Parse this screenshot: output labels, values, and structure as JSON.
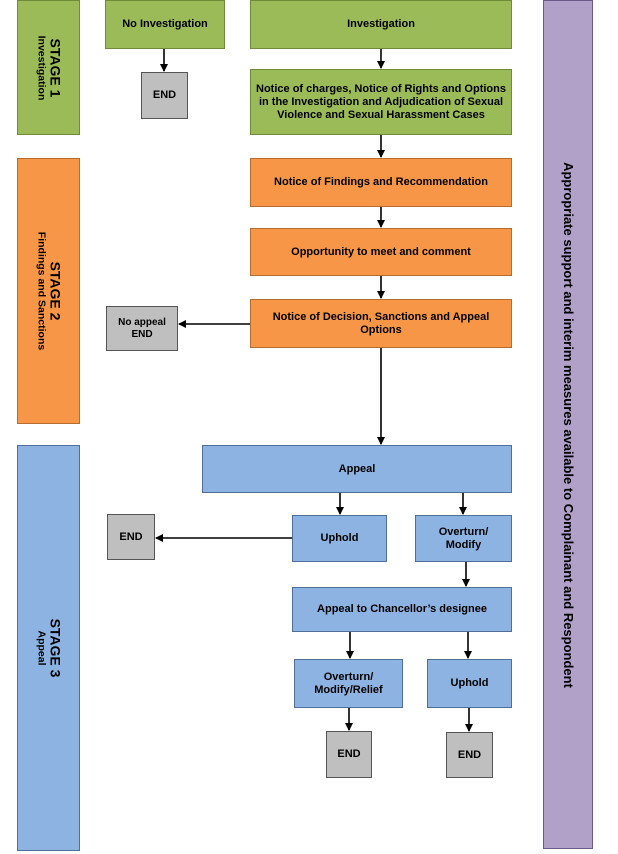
{
  "stages": {
    "stage1": {
      "title": "STAGE 1",
      "subtitle": "Investigation"
    },
    "stage2": {
      "title": "STAGE 2",
      "subtitle": "Findings  and Sanctions"
    },
    "stage3": {
      "title": "STAGE 3",
      "subtitle": "Appeal"
    }
  },
  "support_banner": "Appropriate support and interim measures available to Complainant and Respondent",
  "nodes": {
    "no_investigation": "No Investigation",
    "investigation": "Investigation",
    "end1": "END",
    "notice_charges": "Notice of charges, Notice of Rights and Options in the Investigation and Adjudication of Sexual Violence and Sexual Harassment Cases",
    "notice_findings": "Notice of Findings and Recommendation",
    "opportunity": "Opportunity to meet and comment",
    "notice_decision": "Notice of Decision, Sanctions and Appeal Options",
    "no_appeal_end": "No appeal END",
    "appeal": "Appeal",
    "uphold1": "Uphold",
    "overturn1": "Overturn/ Modify",
    "end2": "END",
    "appeal_chancellor": "Appeal to Chancellor’s designee",
    "overturn2": "Overturn/ Modify/Relief",
    "uphold2": "Uphold",
    "end3": "END",
    "end4": "END"
  },
  "colors": {
    "stage1": "#9bbb59",
    "stage2": "#f79646",
    "stage3": "#8db3e2",
    "support": "#b1a0c7",
    "end": "#bfbfbf"
  }
}
